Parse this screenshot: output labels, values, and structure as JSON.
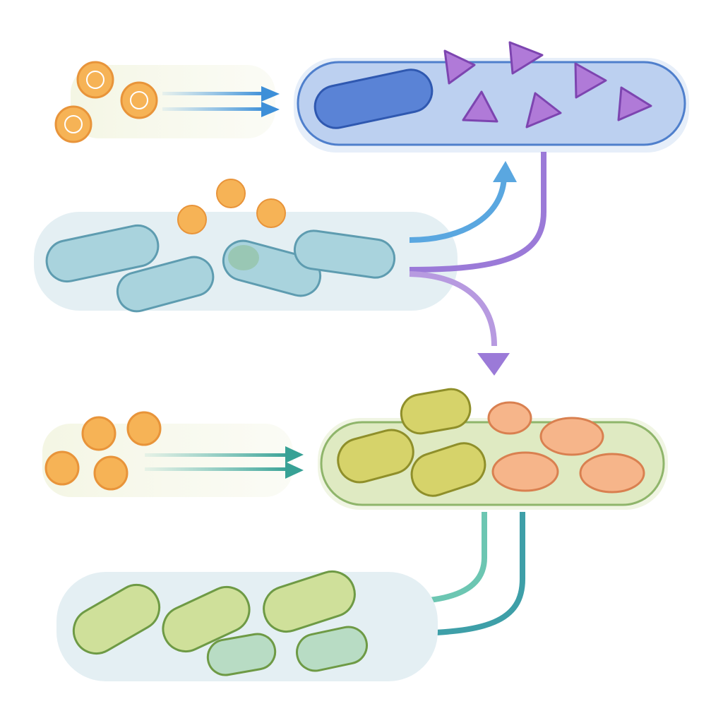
{
  "colors": {
    "background": "#ffffff",
    "orange_particle": "#f6b356",
    "orange_particle_stroke": "#e8943a",
    "blue_capsule_fill": "#bcd0f0",
    "blue_capsule_stroke": "#4f7fcc",
    "blue_rod": "#5a83d6",
    "purple_triangle": "#b07ad8",
    "light_blue_rod": "#a9d3dd",
    "light_blue_rod_stroke": "#5e9cb0",
    "green_capsule_fill": "#dfeac2",
    "green_capsule_stroke": "#8fb56b",
    "olive_rod": "#d6d36a",
    "peach_oval": "#f6b58a",
    "green_rod": "#cfe09a",
    "blue_arrow": "#5aa7e0",
    "purple_arrow": "#9b7ad8",
    "teal_arrow": "#4fb3aa"
  },
  "icons": [
    "orange-particle",
    "rod-bacterium",
    "triangle-particle",
    "arrow"
  ]
}
